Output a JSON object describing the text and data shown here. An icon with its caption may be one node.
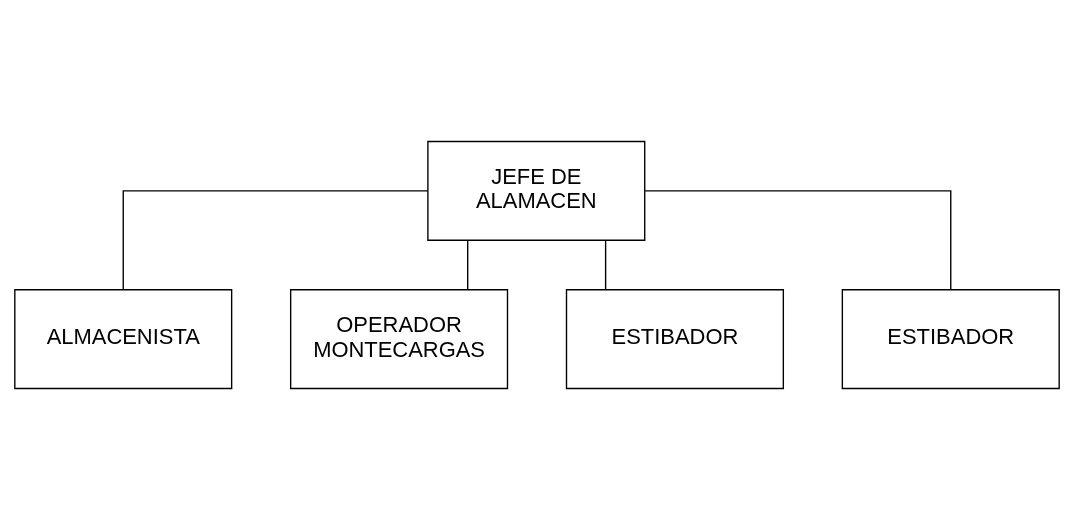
{
  "diagram": {
    "nodes": [
      {
        "text": [
          "JEFE DE ALAMACEN"
        ]
      },
      {
        "text": [
          "ALMACENISTA"
        ]
      },
      {
        "text": [
          "OPERADOR MONTECARGAS"
        ]
      },
      {
        "text": [
          "ESTIBADOR"
        ]
      },
      {
        "text": [
          "ESTIBADOR"
        ]
      }
    ],
    "edges": [
      {
        "from": 0,
        "to": 1,
        "arrow": "none"
      },
      {
        "from": 0,
        "to": 2,
        "arrow": "none"
      },
      {
        "from": 0,
        "to": 3,
        "arrow": "none"
      },
      {
        "from": 0,
        "to": 4,
        "arrow": "none"
      }
    ]
  }
}
